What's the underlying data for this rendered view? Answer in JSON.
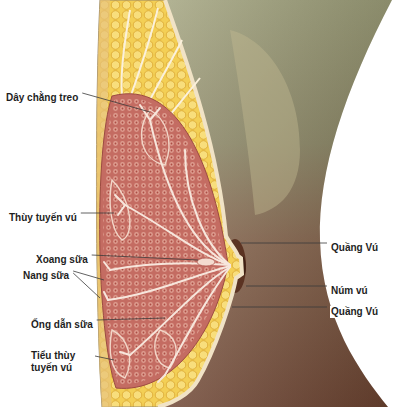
{
  "diagram": {
    "labels": [
      "Dây chằng treo",
      "Thùy tuyến vú",
      "Xoang sữa",
      "Nang sữa",
      "Ống dẫn sữa",
      "Tiểu thùy tuyến vú",
      "Quầng Vú",
      "Núm vú",
      "Quầng Vú"
    ]
  }
}
